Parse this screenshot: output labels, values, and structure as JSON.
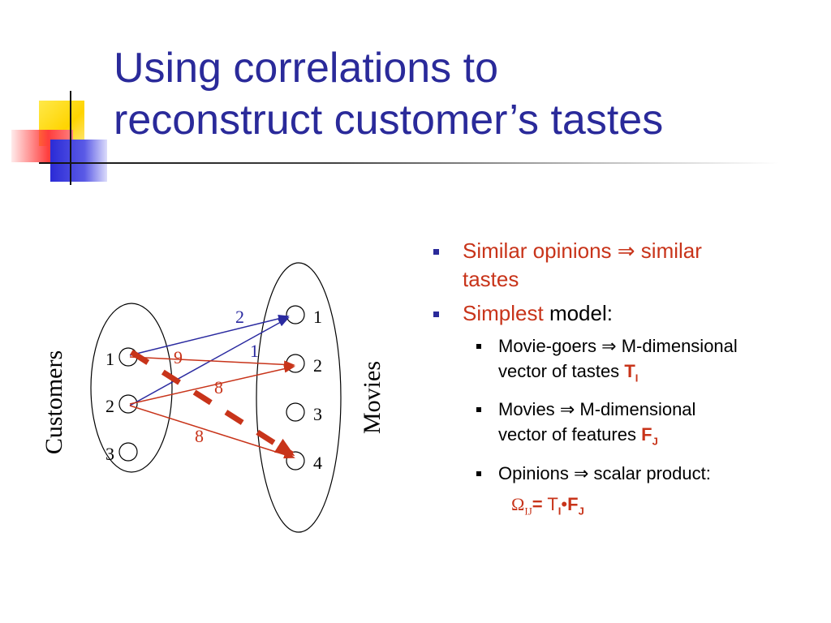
{
  "title": {
    "line1": "Using correlations to",
    "line2": "reconstruct customer’s tastes"
  },
  "diagram": {
    "customers_label": "Customers",
    "movies_label": "Movies",
    "customers": [
      "1",
      "2",
      "3"
    ],
    "movies": [
      "1",
      "2",
      "3",
      "4"
    ],
    "edge_labels": {
      "c1_m2": "9",
      "c1_m1": "2",
      "c2_m1": "1",
      "c2_m2": "8",
      "c2_m4": "8"
    },
    "colors": {
      "blue_edge": "#2a2aa0",
      "red_edge": "#c8341a"
    }
  },
  "bullets": {
    "b1": {
      "part1": "Similar opinions",
      "arrow": "⇒",
      "part2_line1": "similar",
      "part2_line2": "tastes"
    },
    "b2": {
      "red": "Simplest",
      "rest": "model:"
    },
    "sub": [
      {
        "line1_a": "Movie-goers",
        "arrow": "⇒",
        "line1_b": "M-dimensional",
        "line2": "vector of tastes",
        "var": "T",
        "var_sub": "I"
      },
      {
        "line1_a": "Movies",
        "arrow": "⇒",
        "line1_b": "M-dimensional",
        "line2": "vector of features",
        "var": "F",
        "var_sub": "J"
      },
      {
        "line1_a": "Opinions",
        "arrow": "⇒",
        "line1_b": "scalar product:"
      }
    ],
    "formula": {
      "omega": "Ω",
      "omega_sub": "IJ",
      "eq": "=",
      "t": "T",
      "t_sub": "I",
      "dot": "•",
      "f": "F",
      "f_sub": "J"
    }
  },
  "deco_colors": {
    "yellow": "#ffd400",
    "red": "#ff3d3d",
    "blue": "#2b2bd6"
  }
}
